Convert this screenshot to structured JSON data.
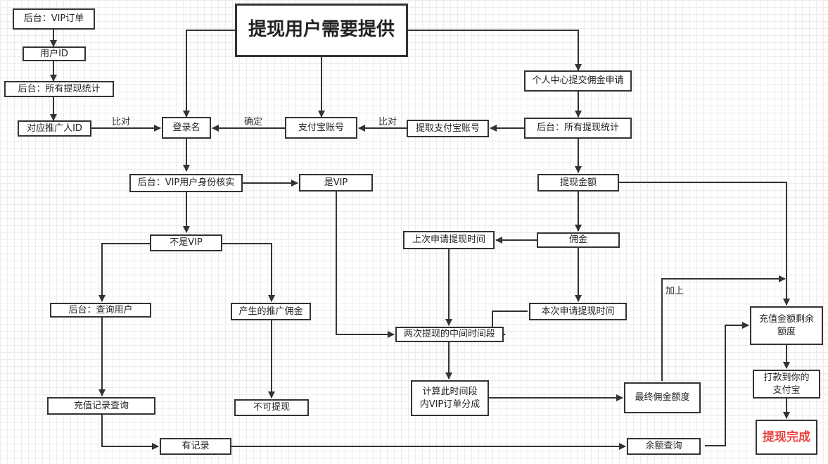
{
  "nodes": {
    "title": "提现用户需要提供",
    "vip_order": "后台：VIP订单",
    "user_id": "用户ID",
    "all_withdraw_left": "后台：所有提现统计",
    "promoter_id": "对应推广人ID",
    "login_name": "登录名",
    "alipay_account": "支付宝账号",
    "extract_alipay": "提取支付宝账号",
    "all_withdraw_right": "后台：所有提现统计",
    "personal_center": "个人中心提交佣金申请",
    "vip_verify": "后台：VIP用户身份核实",
    "is_vip": "是VIP",
    "not_vip": "不是VIP",
    "query_user": "后台：查询用户",
    "recharge_query": "充值记录查询",
    "has_record": "有记录",
    "promo_commission": "产生的推广佣金",
    "no_withdraw": "不可提现",
    "withdraw_amount": "提现金额",
    "commission": "佣金",
    "last_time": "上次申请提现时间",
    "this_time": "本次申请提现时间",
    "interval": "两次提现的中间时间段",
    "calc_split": "计算此时间段\n内VIP订单分成",
    "final_quota": "最终佣金额度",
    "balance_query": "余额查询",
    "remaining_quota": "充值金额剩余\n额度",
    "pay_to_alipay": "打款到你的\n支付宝",
    "complete": "提现完成"
  },
  "edge_labels": {
    "compare_left": "比对",
    "confirm": "确定",
    "compare_right": "比对",
    "add": "加上"
  },
  "colors": {
    "line": "#333333",
    "complete_text": "#e8433f",
    "grid": "#ececec"
  }
}
